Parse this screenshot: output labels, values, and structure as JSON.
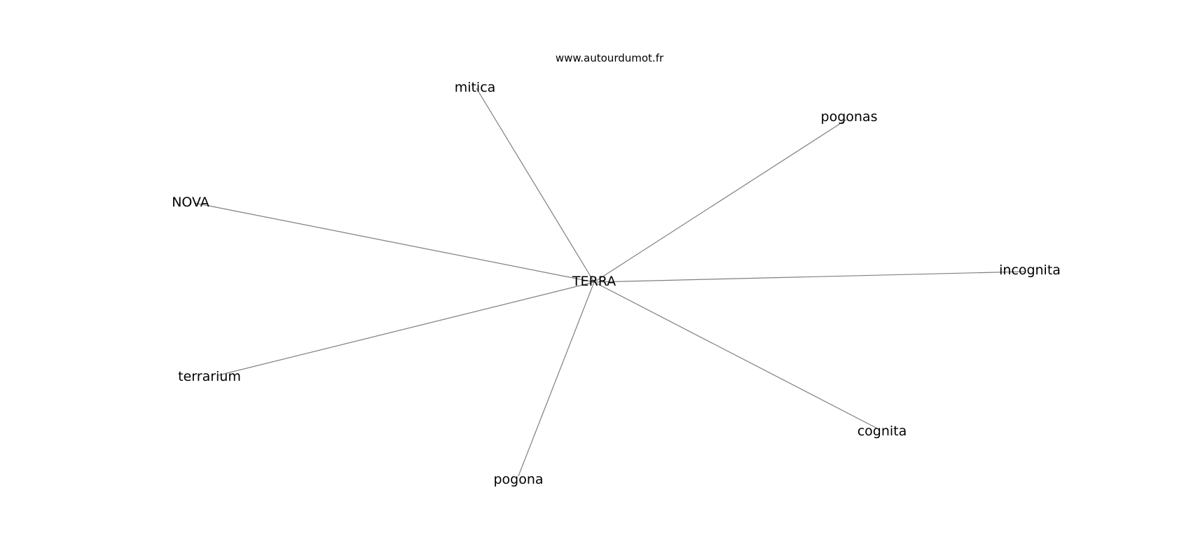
{
  "watermark": "www.autourdumot.fr",
  "graph": {
    "center": "TERRA",
    "nodes": [
      {
        "id": "TERRA",
        "label": "TERRA"
      },
      {
        "id": "mitica",
        "label": "mitica"
      },
      {
        "id": "pogonas",
        "label": "pogonas"
      },
      {
        "id": "NOVA",
        "label": "NOVA"
      },
      {
        "id": "incognita",
        "label": "incognita"
      },
      {
        "id": "terrarium",
        "label": "terrarium"
      },
      {
        "id": "cognita",
        "label": "cognita"
      },
      {
        "id": "pogona",
        "label": "pogona"
      }
    ],
    "edges": [
      [
        "TERRA",
        "mitica"
      ],
      [
        "TERRA",
        "pogonas"
      ],
      [
        "TERRA",
        "NOVA"
      ],
      [
        "TERRA",
        "incognita"
      ],
      [
        "TERRA",
        "terrarium"
      ],
      [
        "TERRA",
        "cognita"
      ],
      [
        "TERRA",
        "pogona"
      ]
    ],
    "edge_color": "#808080"
  }
}
